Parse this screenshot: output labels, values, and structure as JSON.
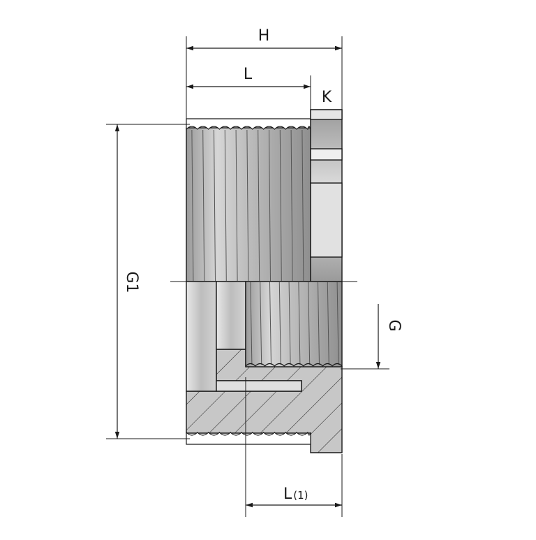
{
  "dimensions": {
    "H": "H",
    "L": "L",
    "K": "K",
    "G1": "G1",
    "G": "G",
    "L1_main": "L",
    "L1_sub": "(1)"
  },
  "colors": {
    "body_fill": "#bdbdbd",
    "body_light": "#d9d9d9",
    "body_highlight": "#e9e9e9",
    "body_shadow": "#8c8c8c",
    "section_fill": "#b3b3b3",
    "line": "#1a1a1a"
  }
}
